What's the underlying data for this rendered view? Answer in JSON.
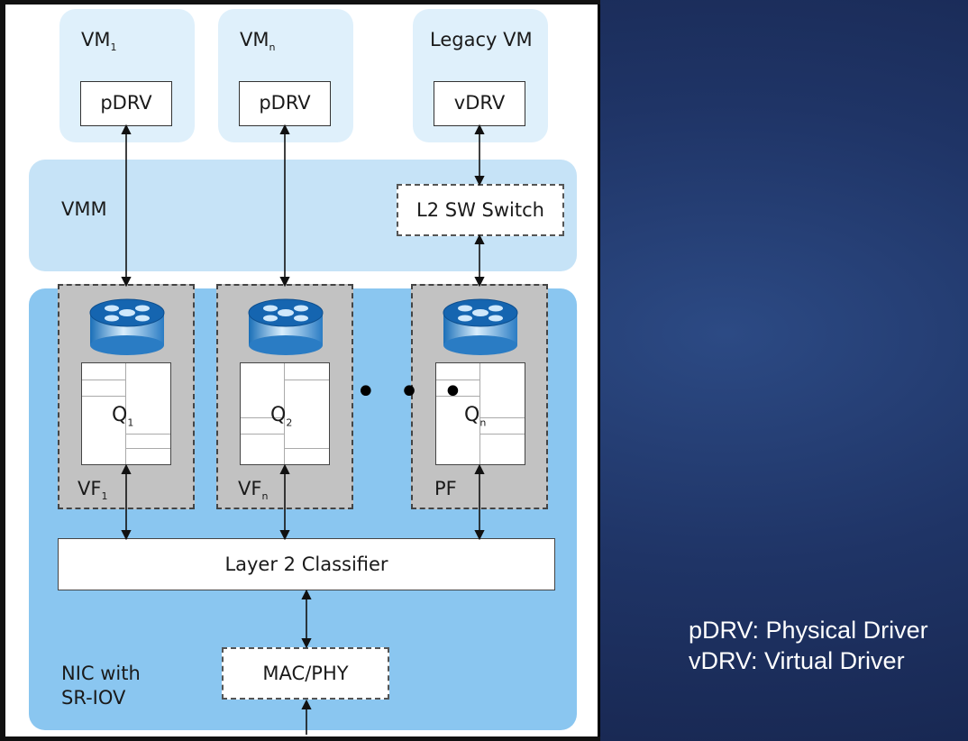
{
  "vms": {
    "vm1": {
      "name": "VM",
      "sub": "1",
      "driver": "pDRV"
    },
    "vmn": {
      "name": "VM",
      "sub": "n",
      "driver": "pDRV"
    },
    "legacy": {
      "name": "Legacy VM",
      "driver": "vDRV"
    }
  },
  "vmm": {
    "label": "VMM",
    "switch_label": "L2  SW Switch"
  },
  "functions": [
    {
      "name": "VF",
      "sub": "1",
      "queue": "Q",
      "queue_sub": "1"
    },
    {
      "name": "VF",
      "sub": "n",
      "queue": "Q",
      "queue_sub": "2"
    },
    {
      "name": "PF",
      "sub": "",
      "queue": "Q",
      "queue_sub": "n"
    }
  ],
  "ellipsis": "• • •",
  "classifier_label": "Layer 2 Classifier",
  "nic": {
    "label_line1": "NIC with",
    "label_line2": "SR-IOV",
    "macphy_label": "MAC/PHY"
  },
  "legend": {
    "line1": "pDRV: Physical Driver",
    "line2": "vDRV: Virtual Driver"
  },
  "colors": {
    "vm_fill": "#dff0fb",
    "vmm_fill": "#c6e3f7",
    "nic_fill": "#8ac6f0",
    "function_fill": "#c2c2c2",
    "background": "#1f3466"
  },
  "icons": [
    "queue-disk-icon"
  ]
}
